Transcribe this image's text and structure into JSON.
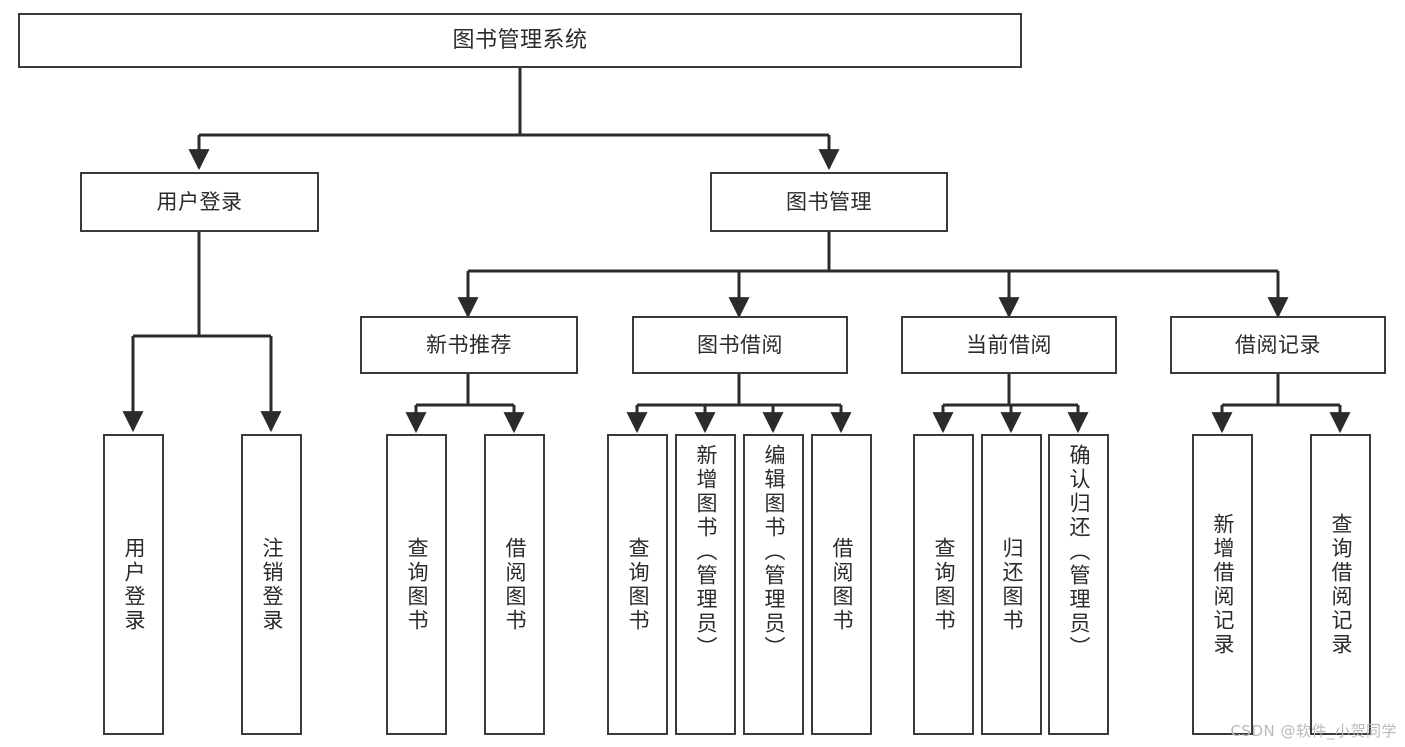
{
  "diagram": {
    "title": "图书管理系统",
    "type": "hierarchy-tree",
    "watermark": "CSDN @软件_小贺同学",
    "colors": {
      "box_border": "#3a3a3a",
      "box_fill": "#ffffff",
      "edge": "#2b2b2b",
      "text": "#2b2b2b",
      "watermark": "#b9b9b9",
      "background": "#ffffff"
    },
    "levels": {
      "root": "图书管理系统",
      "level2": [
        "用户登录",
        "图书管理"
      ],
      "level3": [
        "新书推荐",
        "图书借阅",
        "当前借阅",
        "借阅记录"
      ]
    },
    "nodes": {
      "root": {
        "label": "图书管理系统"
      },
      "user_login": {
        "label": "用户登录"
      },
      "book_manage": {
        "label": "图书管理"
      },
      "new_book_rec": {
        "label": "新书推荐"
      },
      "book_borrow": {
        "label": "图书借阅"
      },
      "current_borrow": {
        "label": "当前借阅"
      },
      "borrow_record": {
        "label": "借阅记录"
      },
      "leaf_user_login": {
        "label": "用户登录"
      },
      "leaf_logout": {
        "label": "注销登录"
      },
      "leaf_query_book_1": {
        "label": "查询图书"
      },
      "leaf_borrow_book_1": {
        "label": "借阅图书"
      },
      "leaf_query_book_2": {
        "label": "查询图书"
      },
      "leaf_add_book": {
        "label": "新增图书（管理员）"
      },
      "leaf_edit_book": {
        "label": "编辑图书（管理员）"
      },
      "leaf_borrow_book_2": {
        "label": "借阅图书"
      },
      "leaf_query_book_3": {
        "label": "查询图书"
      },
      "leaf_return_book": {
        "label": "归还图书"
      },
      "leaf_confirm_return": {
        "label": "确认归还（管理员）"
      },
      "leaf_add_record": {
        "label": "新增借阅记录"
      },
      "leaf_query_record": {
        "label": "查询借阅记录"
      }
    },
    "edges": [
      {
        "from": "图书管理系统",
        "to": "用户登录"
      },
      {
        "from": "图书管理系统",
        "to": "图书管理"
      },
      {
        "from": "用户登录",
        "to": "用户登录"
      },
      {
        "from": "用户登录",
        "to": "注销登录"
      },
      {
        "from": "图书管理",
        "to": "新书推荐"
      },
      {
        "from": "图书管理",
        "to": "图书借阅"
      },
      {
        "from": "图书管理",
        "to": "当前借阅"
      },
      {
        "from": "图书管理",
        "to": "借阅记录"
      },
      {
        "from": "新书推荐",
        "to": "查询图书"
      },
      {
        "from": "新书推荐",
        "to": "借阅图书"
      },
      {
        "from": "图书借阅",
        "to": "查询图书"
      },
      {
        "from": "图书借阅",
        "to": "新增图书（管理员）"
      },
      {
        "from": "图书借阅",
        "to": "编辑图书（管理员）"
      },
      {
        "from": "图书借阅",
        "to": "借阅图书"
      },
      {
        "from": "当前借阅",
        "to": "查询图书"
      },
      {
        "from": "当前借阅",
        "to": "归还图书"
      },
      {
        "from": "当前借阅",
        "to": "确认归还（管理员）"
      },
      {
        "from": "借阅记录",
        "to": "新增借阅记录"
      },
      {
        "from": "借阅记录",
        "to": "查询借阅记录"
      }
    ]
  }
}
